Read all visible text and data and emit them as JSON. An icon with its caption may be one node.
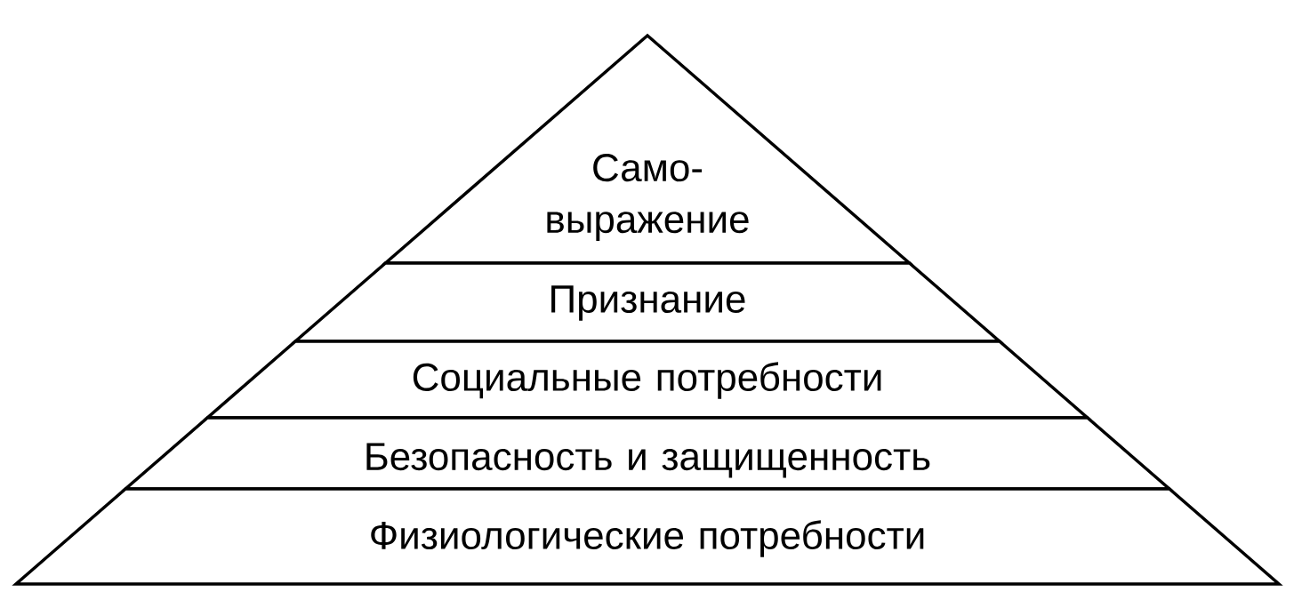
{
  "diagram": {
    "nodes": [
      {
        "text": [
          "Само- выражение"
        ]
      },
      {
        "text": [
          "Признание"
        ]
      },
      {
        "text": [
          "Социальные потребности"
        ]
      },
      {
        "text": [
          "Безопасность и защищенность"
        ]
      },
      {
        "text": [
          "Физиологические потребности"
        ]
      }
    ]
  }
}
